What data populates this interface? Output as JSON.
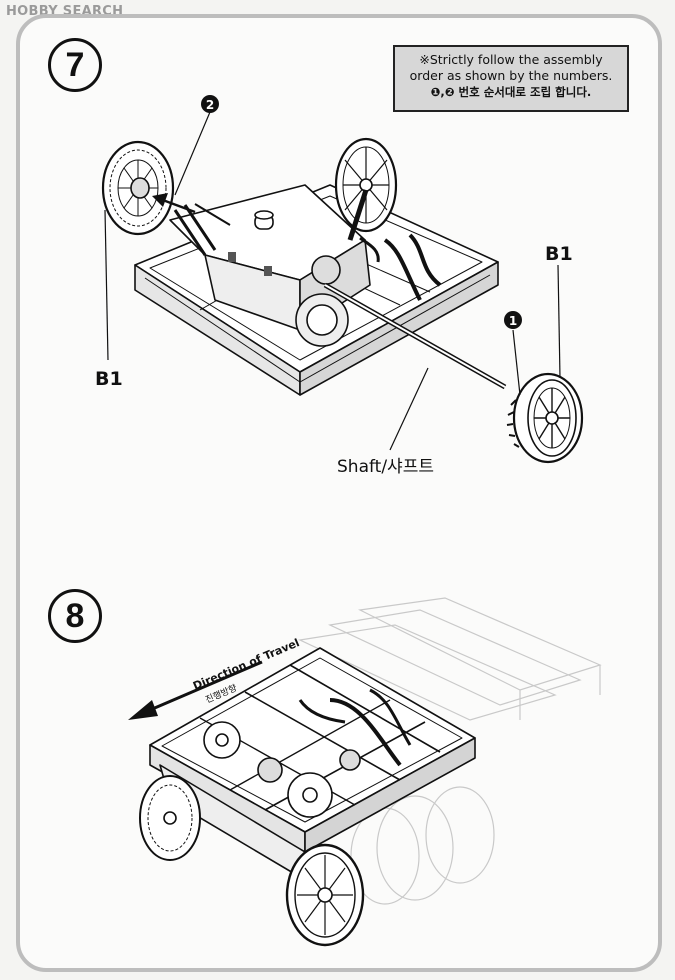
{
  "watermark": "HOBBY SEARCH",
  "step7": {
    "number": "7",
    "note_line1": "※Strictly follow the assembly",
    "note_line2": "order as shown by the numbers.",
    "note_line3": "❶,❷ 번호 순서대로 조립 합니다.",
    "callout_2": "2",
    "callout_1": "1",
    "label_b1_right": "B1",
    "label_b1_left": "B1",
    "shaft_label": "Shaft/샤프트"
  },
  "step8": {
    "number": "8",
    "direction_en": "Direction of Travel",
    "direction_ko": "진행방향"
  }
}
